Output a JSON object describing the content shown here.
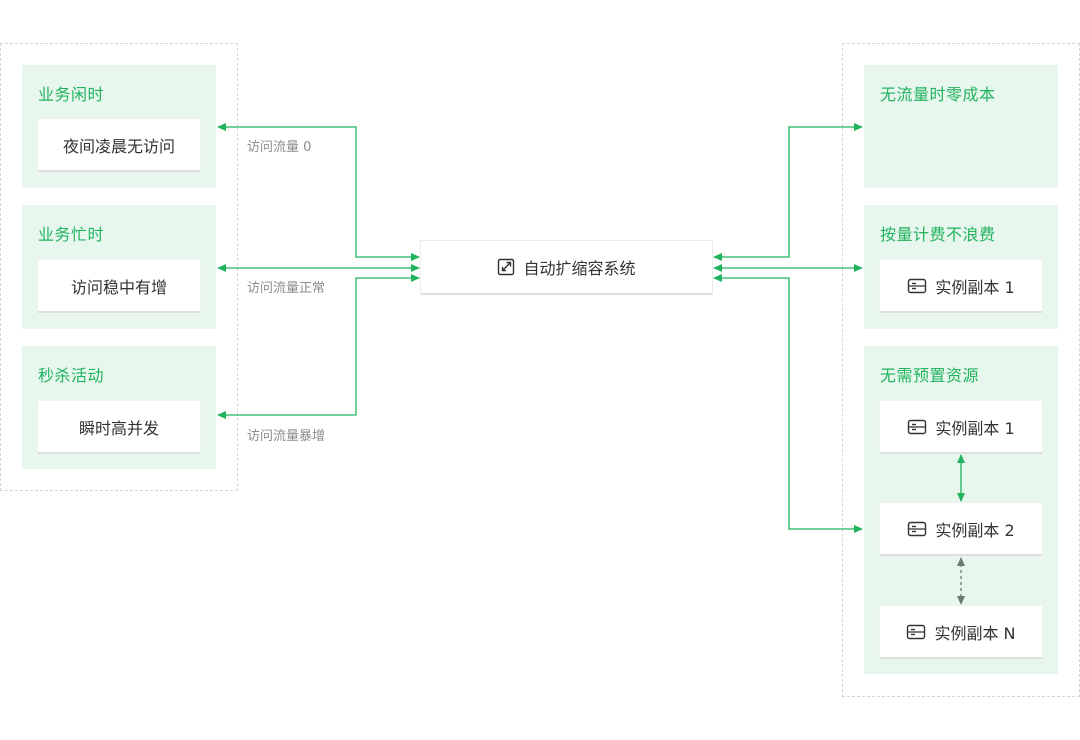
{
  "center": {
    "label": "自动扩缩容系统",
    "icon": "scale-expand-icon"
  },
  "left": {
    "panels": [
      {
        "title": "业务闲时",
        "card": "夜间凌晨无访问",
        "edge_label": "访问流量 0"
      },
      {
        "title": "业务忙时",
        "card": "访问稳中有增",
        "edge_label": "访问流量正常"
      },
      {
        "title": "秒杀活动",
        "card": "瞬时高并发",
        "edge_label": "访问流量暴增"
      }
    ]
  },
  "right": {
    "panels": [
      {
        "title": "无流量时零成本",
        "cards": []
      },
      {
        "title": "按量计费不浪费",
        "cards": [
          "实例副本 1"
        ]
      },
      {
        "title": "无需预置资源",
        "cards": [
          "实例副本 1",
          "实例副本 2",
          "实例副本 N"
        ]
      }
    ],
    "instance_icon": "server-instance-icon"
  },
  "colors": {
    "accent": "#21b35e",
    "panel_bg": "#e8f7ee",
    "dashed_arrow": "#6b7b70"
  }
}
